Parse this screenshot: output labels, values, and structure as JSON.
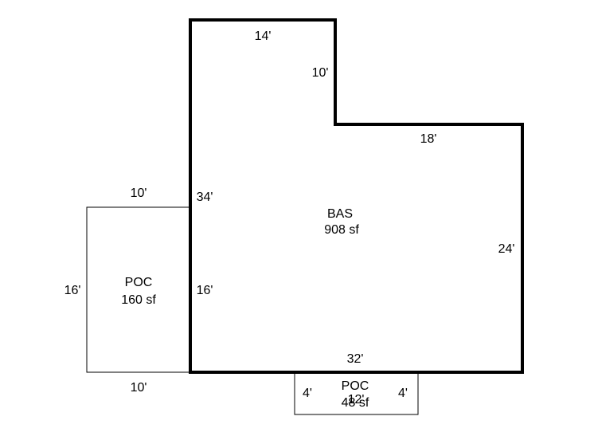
{
  "colors": {
    "background": "#ffffff",
    "line": "#000000"
  },
  "areas": [
    {
      "code": "BAS",
      "area": "908 sf",
      "dimensions": [
        "14'",
        "10'",
        "18'",
        "24'",
        "32'",
        "34'"
      ]
    },
    {
      "code": "POC",
      "area": "160 sf",
      "dimensions": [
        "10'",
        "16'",
        "10'",
        "16'"
      ]
    },
    {
      "code": "POC",
      "area": "48 sf",
      "dimensions": [
        "4'",
        "12'",
        "4'"
      ]
    }
  ]
}
